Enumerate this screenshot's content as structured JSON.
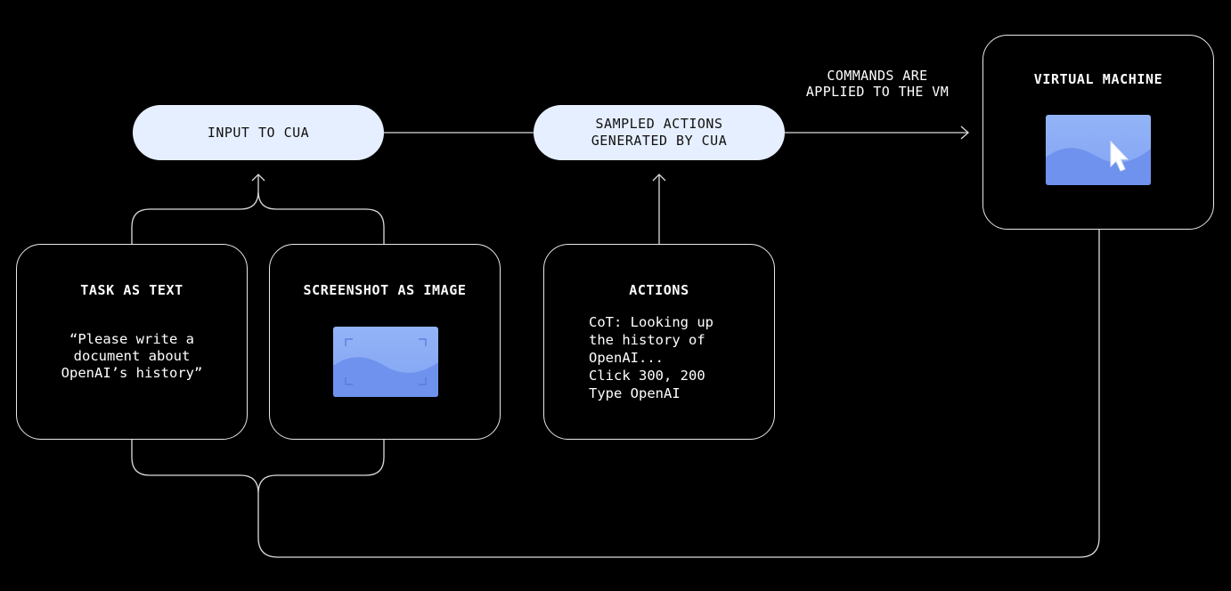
{
  "colors": {
    "background": "#000000",
    "pill_fill": "#e6efff",
    "line": "#e0e0e0",
    "screen_blue": "#7a9bf0"
  },
  "nodes": {
    "input_to_cua": "INPUT TO CUA",
    "sampled_actions": "SAMPLED ACTIONS\nGENERATED BY CUA",
    "virtual_machine": "VIRTUAL MACHINE",
    "task_as_text": {
      "title": "TASK AS TEXT",
      "body": "“Please write a\ndocument about\nOpenAI’s history”"
    },
    "screenshot_as_image": {
      "title": "SCREENSHOT AS IMAGE"
    },
    "actions": {
      "title": "ACTIONS",
      "body": "CoT: Looking up\nthe history of\nOpenAI...\nClick 300, 200\nType OpenAI"
    }
  },
  "edges": {
    "commands_label": "COMMANDS ARE\nAPPLIED TO THE VM"
  },
  "icons": {
    "vm_screen": "screen-with-cursor-icon",
    "screenshot_image": "screenshot-image-icon",
    "cursor": "cursor-icon"
  }
}
